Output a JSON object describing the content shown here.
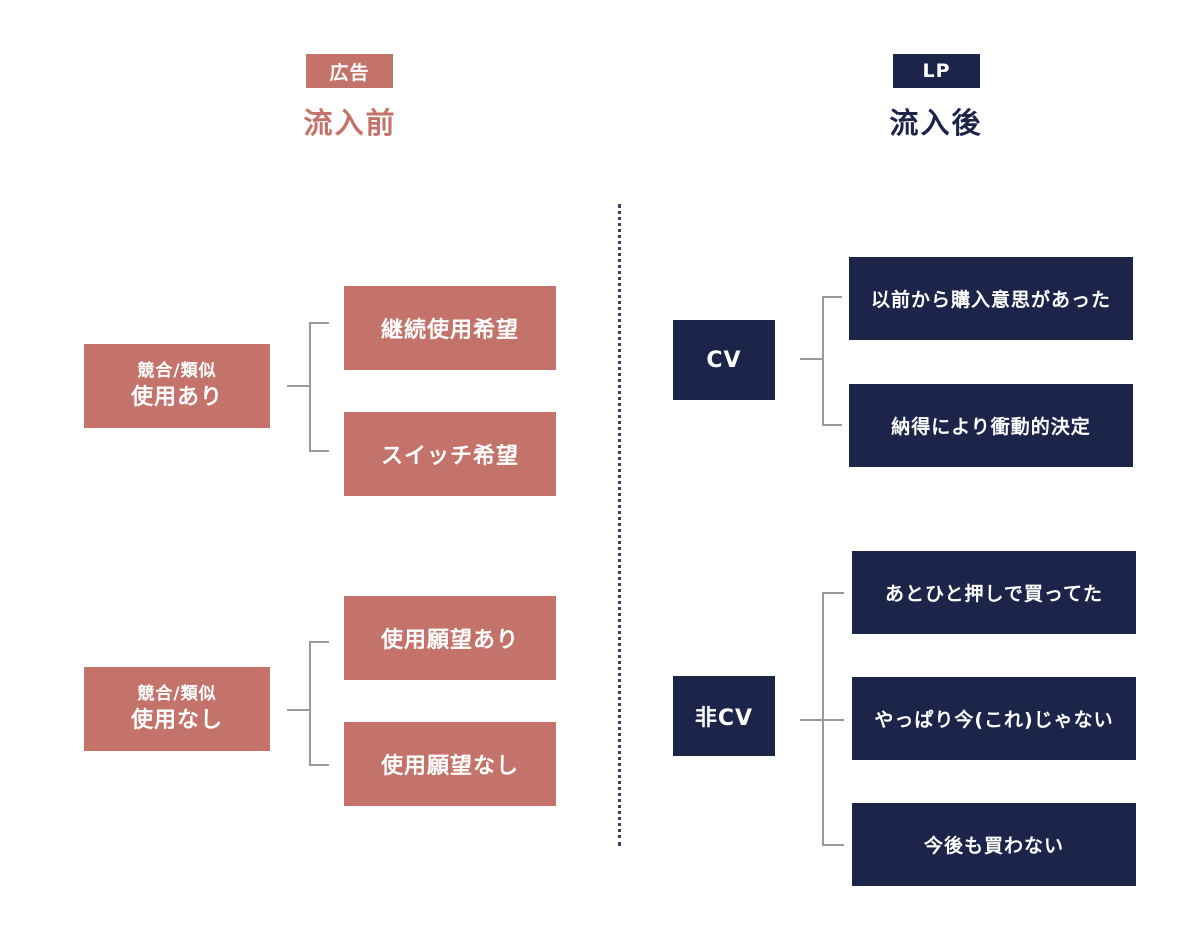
{
  "colors": {
    "terra": "#c4736a",
    "navy": "#1d2449",
    "divider": "#3a3f66"
  },
  "left": {
    "tag": "広告",
    "heading": "流入前",
    "groups": [
      {
        "label_line1": "競合/類似",
        "label_line2": "使用あり",
        "outcomes": [
          "継続使用希望",
          "スイッチ希望"
        ]
      },
      {
        "label_line1": "競合/類似",
        "label_line2": "使用なし",
        "outcomes": [
          "使用願望あり",
          "使用願望なし"
        ]
      }
    ]
  },
  "right": {
    "tag": "LP",
    "heading": "流入後",
    "groups": [
      {
        "label": "CV",
        "outcomes": [
          "以前から購入意思があった",
          "納得により衝動的決定"
        ]
      },
      {
        "label": "非CV",
        "outcomes": [
          "あとひと押しで買ってた",
          "やっぱり今(これ)じゃない",
          "今後も買わない"
        ]
      }
    ]
  }
}
